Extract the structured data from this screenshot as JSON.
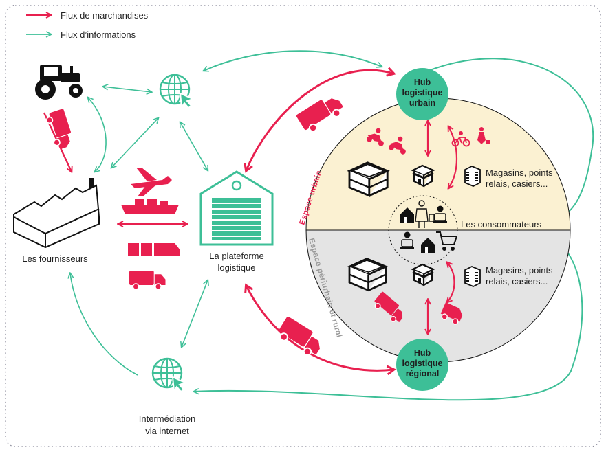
{
  "legend": {
    "goods": "Flux de marchandises",
    "info": "Flux d’informations"
  },
  "labels": {
    "suppliers": "Les fournisseurs",
    "platform_1": "La plateforme",
    "platform_2": "logistique",
    "internet_1": "Intermédiation",
    "internet_2": "via internet",
    "consumers": "Les consommateurs",
    "stores_urban_1": "Magasins, points",
    "stores_urban_2": "relais, casiers...",
    "stores_rural_1": "Magasins, points",
    "stores_rural_2": "relais, casiers...",
    "zone_urban": "Espace urbain",
    "zone_rural": "Espace périurbain et rural"
  },
  "hubs": {
    "urban": [
      "Hub",
      "logistique",
      "urbain"
    ],
    "regional": [
      "Hub",
      "logistique",
      "régional"
    ]
  },
  "colors": {
    "goods": "#e8204f",
    "info": "#3dbf97",
    "hub": "#3dbf97",
    "urban_zone": "#fbf1d2",
    "rural_zone": "#e4e4e4",
    "border": "#8a8a9a"
  },
  "icons": [
    "tractor-icon",
    "truck-icon",
    "factory-icon",
    "globe-cursor-icon",
    "plane-icon",
    "ship-icon",
    "train-icon",
    "warehouse-icon",
    "building-icon",
    "store-icon",
    "house-icon",
    "person-icon",
    "cart-icon",
    "scooter-icon",
    "bicycle-icon",
    "van-icon"
  ]
}
